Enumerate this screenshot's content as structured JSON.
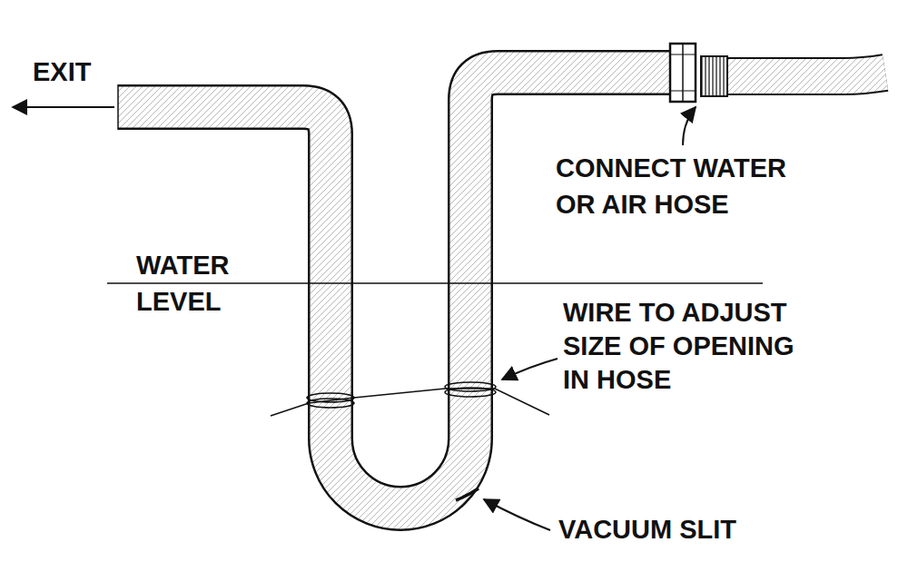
{
  "diagram": {
    "labels": [
      "EXIT",
      "CONNECT WATER OR AIR HOSE",
      "WATER LEVEL",
      "WIRE TO ADJUST SIZE OF OPENING IN HOSE",
      "VACUUM SLIT"
    ]
  }
}
